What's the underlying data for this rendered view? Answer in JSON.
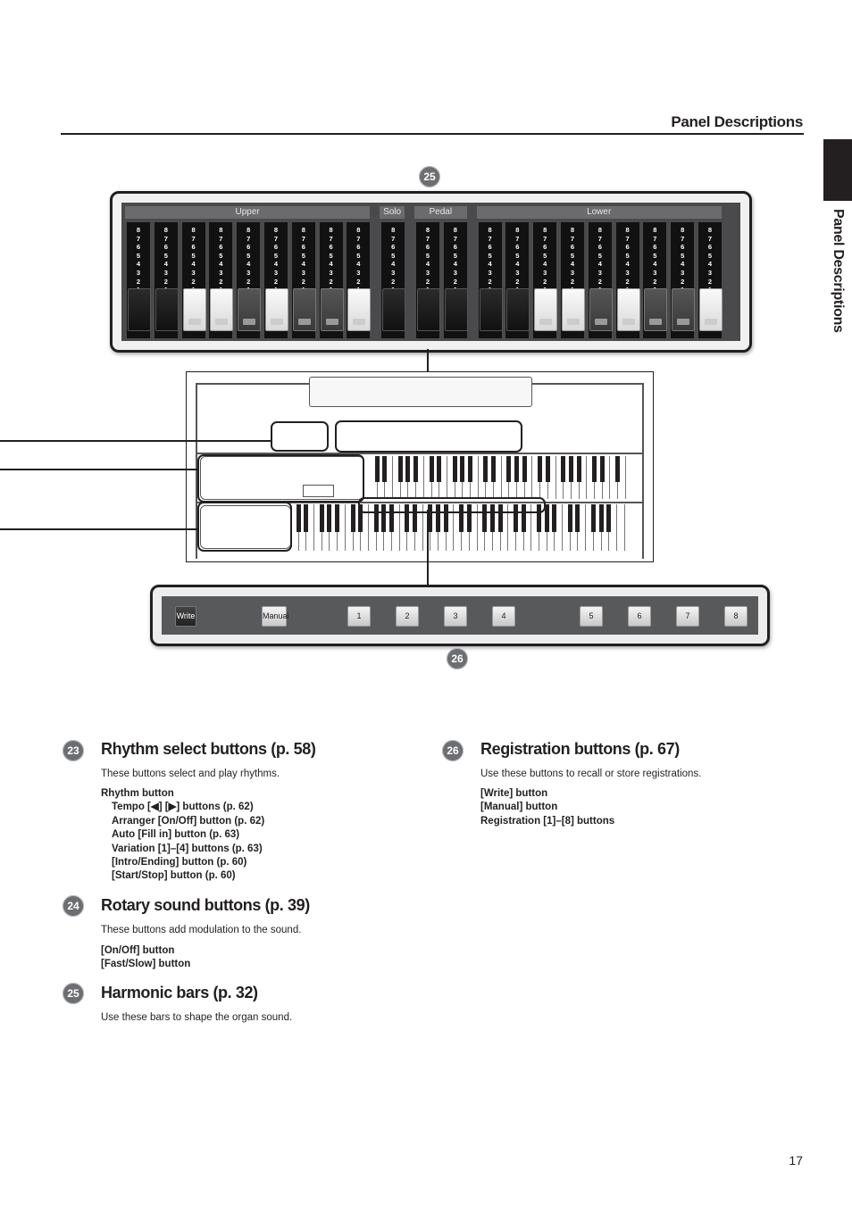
{
  "header": {
    "title": "Panel Descriptions",
    "side_label": "Panel Descriptions"
  },
  "diagram": {
    "callouts": {
      "harmonic": "25",
      "registration": "26"
    },
    "harmonic_bars": {
      "sections": [
        {
          "label": "Upper",
          "bar_colors": [
            "black",
            "black",
            "white",
            "white",
            "brown",
            "white",
            "brown",
            "brown",
            "white"
          ]
        },
        {
          "label": "Solo",
          "bar_colors": [
            "black"
          ]
        },
        {
          "label": "Pedal",
          "bar_colors": [
            "black",
            "black"
          ]
        },
        {
          "label": "Lower",
          "bar_colors": [
            "black",
            "black",
            "white",
            "white",
            "brown",
            "white",
            "brown",
            "brown",
            "white"
          ]
        }
      ],
      "scale": [
        "8",
        "7",
        "6",
        "5",
        "4",
        "3",
        "2",
        "1"
      ]
    },
    "registration_buttons": [
      {
        "label": "Write",
        "style": "dark"
      },
      {
        "label": "Manual",
        "style": "light"
      },
      {
        "label": "1",
        "style": "light"
      },
      {
        "label": "2",
        "style": "light"
      },
      {
        "label": "3",
        "style": "light"
      },
      {
        "label": "4",
        "style": "light"
      },
      {
        "label": "5",
        "style": "light"
      },
      {
        "label": "6",
        "style": "light"
      },
      {
        "label": "7",
        "style": "light"
      },
      {
        "label": "8",
        "style": "light"
      }
    ]
  },
  "sections": {
    "s23": {
      "number": "23",
      "title": "Rhythm select buttons (p. 58)",
      "text": "These buttons select and play rhythms.",
      "items": [
        "Rhythm button",
        "Tempo [◀] [▶] buttons (p. 62)",
        "Arranger [On/Off] button (p. 62)",
        "Auto [Fill in] button (p. 63)",
        "Variation [1]–[4] buttons (p. 63)",
        "[Intro/Ending] button (p. 60)",
        "[Start/Stop] button (p. 60)"
      ]
    },
    "s24": {
      "number": "24",
      "title": "Rotary sound buttons (p. 39)",
      "text": "These buttons add modulation to the sound.",
      "items": [
        "[On/Off] button",
        "[Fast/Slow] button"
      ]
    },
    "s25": {
      "number": "25",
      "title": "Harmonic bars (p. 32)",
      "text": "Use these bars to shape the organ sound."
    },
    "s26": {
      "number": "26",
      "title": "Registration buttons (p. 67)",
      "text": "Use these buttons to recall or store registrations.",
      "items": [
        "[Write] button",
        "[Manual] button",
        "Registration [1]–[8] buttons"
      ]
    }
  },
  "page_number": "17"
}
